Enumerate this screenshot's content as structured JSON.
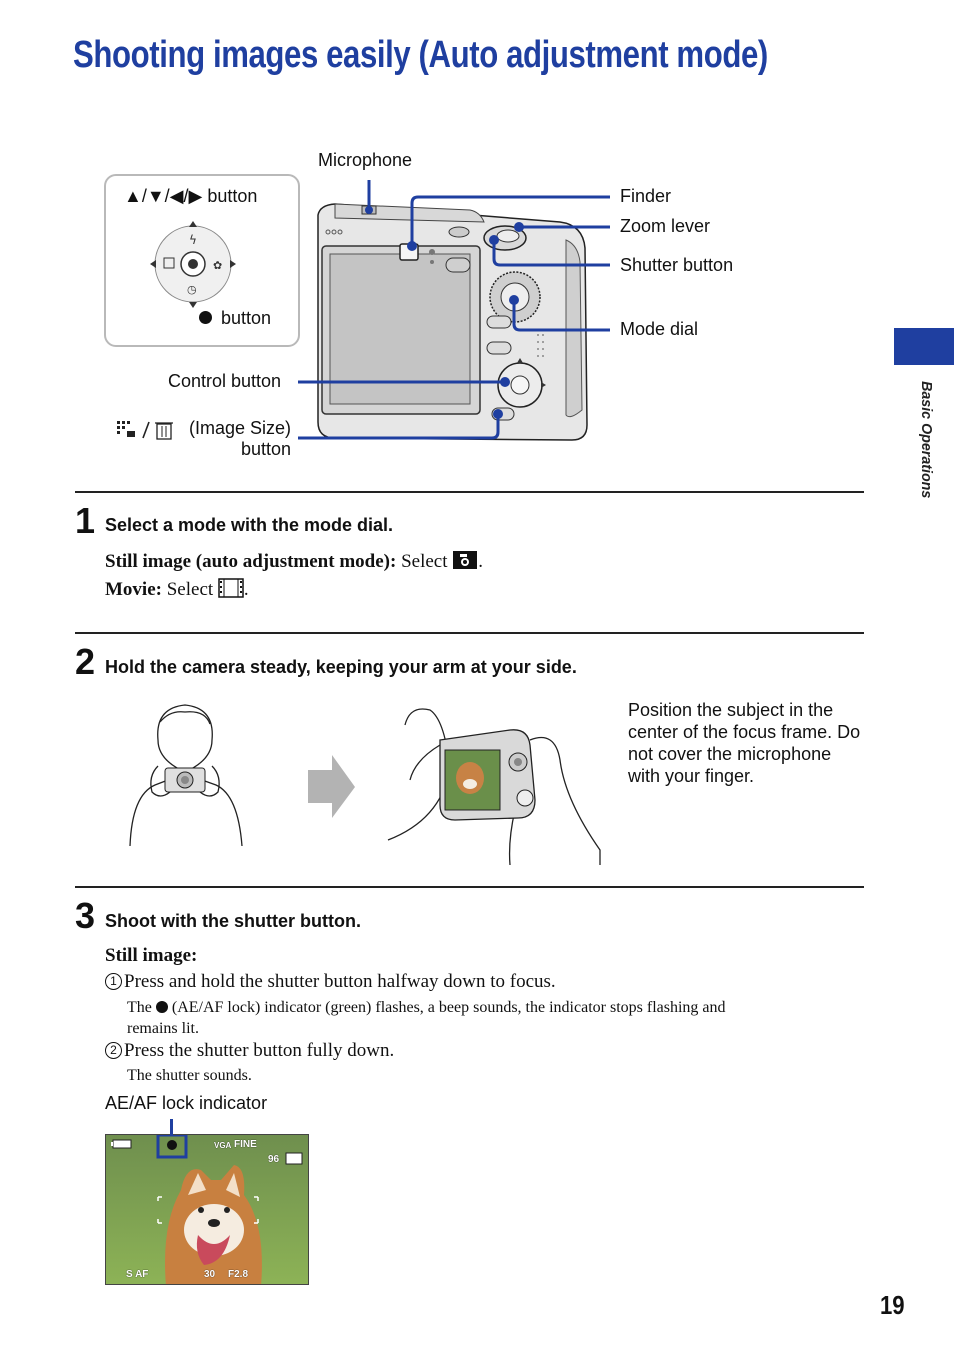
{
  "page": {
    "title": "Shooting images easily (Auto adjustment mode)",
    "side_label": "Basic Operations",
    "page_number": "19"
  },
  "diagram": {
    "microphone": "Microphone",
    "arrows_button": "▲/▼/◀/▶ button",
    "center_button": "button",
    "finder": "Finder",
    "zoom_lever": "Zoom lever",
    "shutter_button": "Shutter button",
    "mode_dial": "Mode dial",
    "control_button": "Control button",
    "image_size_button_line1": "(Image Size)",
    "image_size_button_line2": "button"
  },
  "steps": [
    {
      "number": "1",
      "heading": "Select a mode with the mode dial.",
      "still_label": "Still image (auto adjustment mode):",
      "still_text": "Select",
      "movie_label": "Movie:",
      "movie_text": "Select"
    },
    {
      "number": "2",
      "heading": "Hold the camera steady, keeping your arm at your side.",
      "note": "Position the subject in the center of the focus frame. Do not cover the microphone with your finger."
    },
    {
      "number": "3",
      "heading": "Shoot with the shutter button.",
      "still_label": "Still image:",
      "sub1_marker": "1",
      "sub1": "Press and hold the shutter button halfway down to focus.",
      "sub1_note_a": "The",
      "sub1_note_b": "(AE/AF lock) indicator (green) flashes, a beep sounds, the indicator stops flashing and",
      "sub1_note_c": "remains lit.",
      "sub2_marker": "2",
      "sub2": "Press the shutter button fully down.",
      "sub2_note": "The shutter sounds.",
      "indicator_label": "AE/AF lock indicator"
    }
  ],
  "lcd": {
    "quality": "FINE",
    "size": "VGA",
    "count": "96",
    "focus_mode": "S AF",
    "shutter": "30",
    "aperture": "F2.8"
  }
}
